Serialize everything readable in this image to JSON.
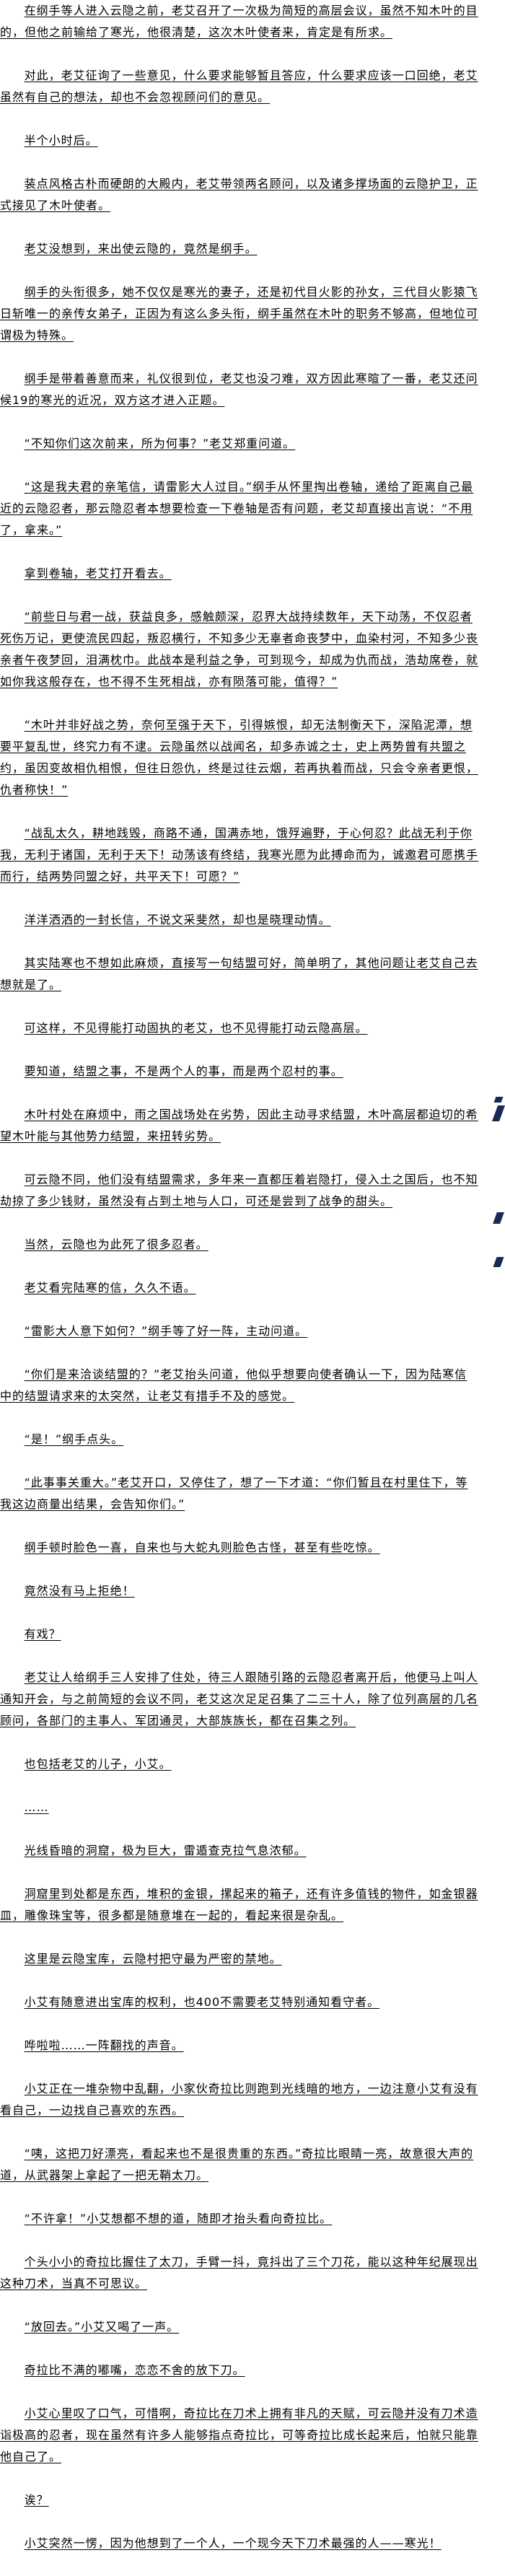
{
  "paragraphs": [
    "在纲手等人进入云隐之前，老艾召开了一次极为简短的高层会议，虽然不知木叶的目的，但他之前输给了寒光，他很清楚，这次木叶使者来，肯定是有所求。",
    "对此，老艾征询了一些意见，什么要求能够暂且答应，什么要求应该一口回绝，老艾虽然有自己的想法，却也不会忽视顾问们的意见。",
    "半个小时后。",
    "装点风格古朴而硬朗的大殿内，老艾带领两名顾问，以及诸多撑场面的云隐护卫，正式接见了木叶使者。",
    "老艾没想到，来出使云隐的，竟然是纲手。",
    "纲手的头衔很多，她不仅仅是寒光的妻子，还是初代目火影的孙女，三代目火影猿飞日斩唯一的亲传女弟子，正因为有这么多头衔，纲手虽然在木叶的职务不够高，但地位可谓极为特殊。",
    "纲手是带着善意而来，礼仪很到位，老艾也没刁难，双方因此寒暄了一番，老艾还问候19的寒光的近况，双方这才进入正题。",
    "“不知你们这次前来，所为何事？”老艾郑重问道。",
    "“这是我夫君的亲笔信，请雷影大人过目。”纲手从怀里掏出卷轴，递给了距离自己最近的云隐忍者，那云隐忍者本想要检查一下卷轴是否有问题，老艾却直接出言说：“不用了，拿来。”",
    "拿到卷轴，老艾打开看去。",
    "“前些日与君一战，获益良多，感触颇深，忍界大战持续数年，天下动荡，不仅忍者死伤万记，更使流民四起，叛忍横行，不知多少无辜者命丧梦中，血染村河，不知多少丧亲者午夜梦回，泪满枕巾。此战本是利益之争，可到现今，却成为仇而战，浩劫席卷，就如你我这般存在，也不得不生死相战，亦有陨落可能，值得？”",
    "“木叶并非好战之势，奈何至强于天下，引得嫉恨，却无法制衡天下，深陷泥潭，想要平复乱世，终究力有不逮。云隐虽然以战闻名，却多赤诚之士，史上两势曾有共盟之约，虽因变故相仇相恨，但往日怨仇，终是过往云烟，若再执着而战，只会令亲者更恨，仇者称快！”",
    "“战乱太久，耕地践毁，商路不通，国满赤地，饿殍遍野，于心何忍？此战无利于你我，无利于诸国，无利于天下！动荡该有终结，我寒光愿为此搏命而为，诚邀君可愿携手而行，结两势同盟之好，共平天下！可愿？”",
    "洋洋洒洒的一封长信，不说文采斐然，却也是晓理动情。",
    "其实陆寒也不想如此麻烦，直接写一句结盟可好，简单明了，其他问题让老艾自己去想就是了。",
    "可这样，不见得能打动固执的老艾，也不见得能打动云隐高层。",
    "要知道，结盟之事，不是两个人的事，而是两个忍村的事。",
    "木叶村处在麻烦中，雨之国战场处在劣势，因此主动寻求结盟，木叶高层都迫切的希望木叶能与其他势力结盟，来扭转劣势。",
    "可云隐不同，他们没有结盟需求，多年来一直都压着岩隐打，侵入土之国后，也不知劫掠了多少钱财，虽然没有占到土地与人口，可还是尝到了战争的甜头。",
    "当然，云隐也为此死了很多忍者。",
    "老艾看完陆寒的信，久久不语。",
    "“雷影大人意下如何？”纲手等了好一阵，主动问道。",
    "“你们是来洽谈结盟的？”老艾抬头问道，他似乎想要向使者确认一下，因为陆寒信中的结盟请求来的太突然，让老艾有措手不及的感觉。",
    "“是！”纲手点头。",
    "“此事事关重大。”老艾开口，又停住了，想了一下才道：“你们暂且在村里住下，等我这边商量出结果，会告知你们。”",
    "纲手顿时脸色一喜，自来也与大蛇丸则脸色古怪，甚至有些吃惊。",
    "竟然没有马上拒绝！",
    "有戏？",
    "老艾让人给纲手三人安排了住处，待三人跟随引路的云隐忍者离开后，他便马上叫人通知开会，与之前简短的会议不同，老艾这次足足召集了二三十人，除了位列高层的几名顾问，各部门的主事人、军团通灵，大部族族长，都在召集之列。",
    "也包括老艾的儿子，小艾。",
    "……",
    "光线昏暗的洞窟，极为巨大，雷遁查克拉气息浓郁。",
    "洞窟里到处都是东西，堆积的金银，摞起来的箱子，还有许多值钱的物件，如金银器皿，雕像珠宝等，很多都是随意堆在一起的，看起来很是杂乱。",
    "这里是云隐宝库，云隐村把守最为严密的禁地。",
    "小艾有随意进出宝库的权利，也400不需要老艾特别通知看守者。",
    "哗啦啦……一阵翻找的声音。",
    "小艾正在一堆杂物中乱翻，小家伙奇拉比则跑到光线暗的地方，一边注意小艾有没有看自己，一边找自己喜欢的东西。",
    "“咦，这把刀好漂亮，看起来也不是很贵重的东西。”奇拉比眼睛一亮，故意很大声的道，从武器架上拿起了一把无鞘太刀。",
    "“不许拿！”小艾想都不想的道，随即才抬头看向奇拉比。",
    "个头小小的奇拉比握住了太刀，手臂一抖，竟抖出了三个刀花，能以这种年纪展现出这种刀术，当真不可思议。",
    "“放回去。”小艾又喝了一声。",
    "奇拉比不满的嘟嘴，恋恋不舍的放下刀。",
    "小艾心里叹了口气，可惜啊，奇拉比在刀术上拥有非凡的天赋，可云隐并没有刀术造诣极高的忍者，现在虽然有许多人能够指点奇拉比，可等奇拉比成长起来后，怕就只能靠他自己了。",
    "诶？",
    "小艾突然一愣，因为他想到了一个人，一个现今天下刀术最强的人——寒光！"
  ]
}
